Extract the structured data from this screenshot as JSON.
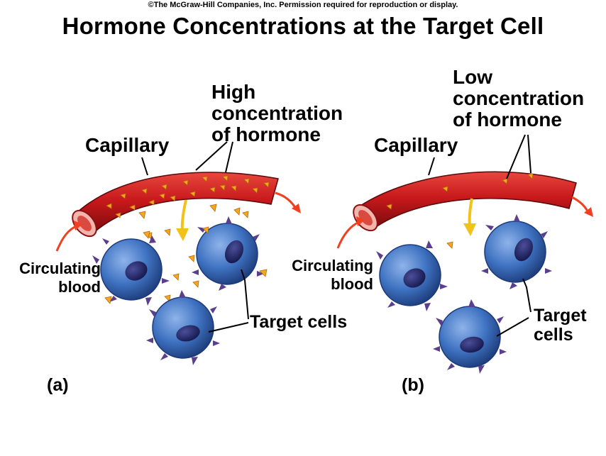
{
  "copyright": "©The McGraw-Hill Companies, Inc. Permission required for reproduction or display.",
  "title": "Hormone Concentrations at the Target Cell",
  "panel_a": {
    "label": "(a)",
    "concentration_line1": "High",
    "concentration_line2": "concentration",
    "concentration_line3": "of hormone",
    "capillary": "Capillary",
    "circulating_line1": "Circulating",
    "circulating_line2": "blood",
    "target": "Target cells"
  },
  "panel_b": {
    "label": "(b)",
    "concentration_line1": "Low",
    "concentration_line2": "concentration",
    "concentration_line3": "of hormone",
    "capillary": "Capillary",
    "circulating_line1": "Circulating",
    "circulating_line2": "blood",
    "target_line1": "Target",
    "target_line2": "cells"
  },
  "colors": {
    "vessel": "#c8191c",
    "vessel_dark": "#7a0a0c",
    "hormone": "#f5a623",
    "cell": "#3f73c2",
    "cell_dark": "#1c3a78",
    "nucleus": "#1a1e5c",
    "receptor": "#5a3f8f",
    "flow_arrow": "#f04020",
    "diffusion_arrow": "#f2c21a"
  }
}
